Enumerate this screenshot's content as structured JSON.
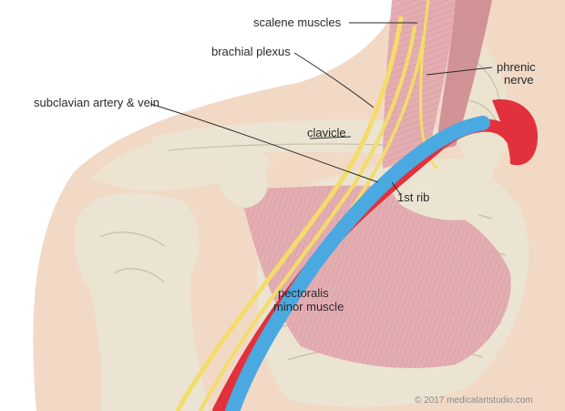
{
  "labels": {
    "scalene": "scalene muscles",
    "brachial": "brachial plexus",
    "phrenic_1": "phrenic",
    "phrenic_2": "nerve",
    "subclavian": "subclavian artery & vein",
    "clavicle": "clavicle",
    "first_rib": "1st rib",
    "pectoralis_1": "pectoralis",
    "pectoralis_2": "minor muscle"
  },
  "credit": "© 2017 medicalartstudio.com",
  "colors": {
    "skin": "#f1d9c6",
    "bone": "#ebe4d2",
    "bone_shadow": "#c9bea6",
    "muscle": "#e2a7ae",
    "muscle_dark": "#c97f89",
    "artery": "#e2313c",
    "vein": "#4aa9e0",
    "nerve": "#f3dc6a"
  }
}
